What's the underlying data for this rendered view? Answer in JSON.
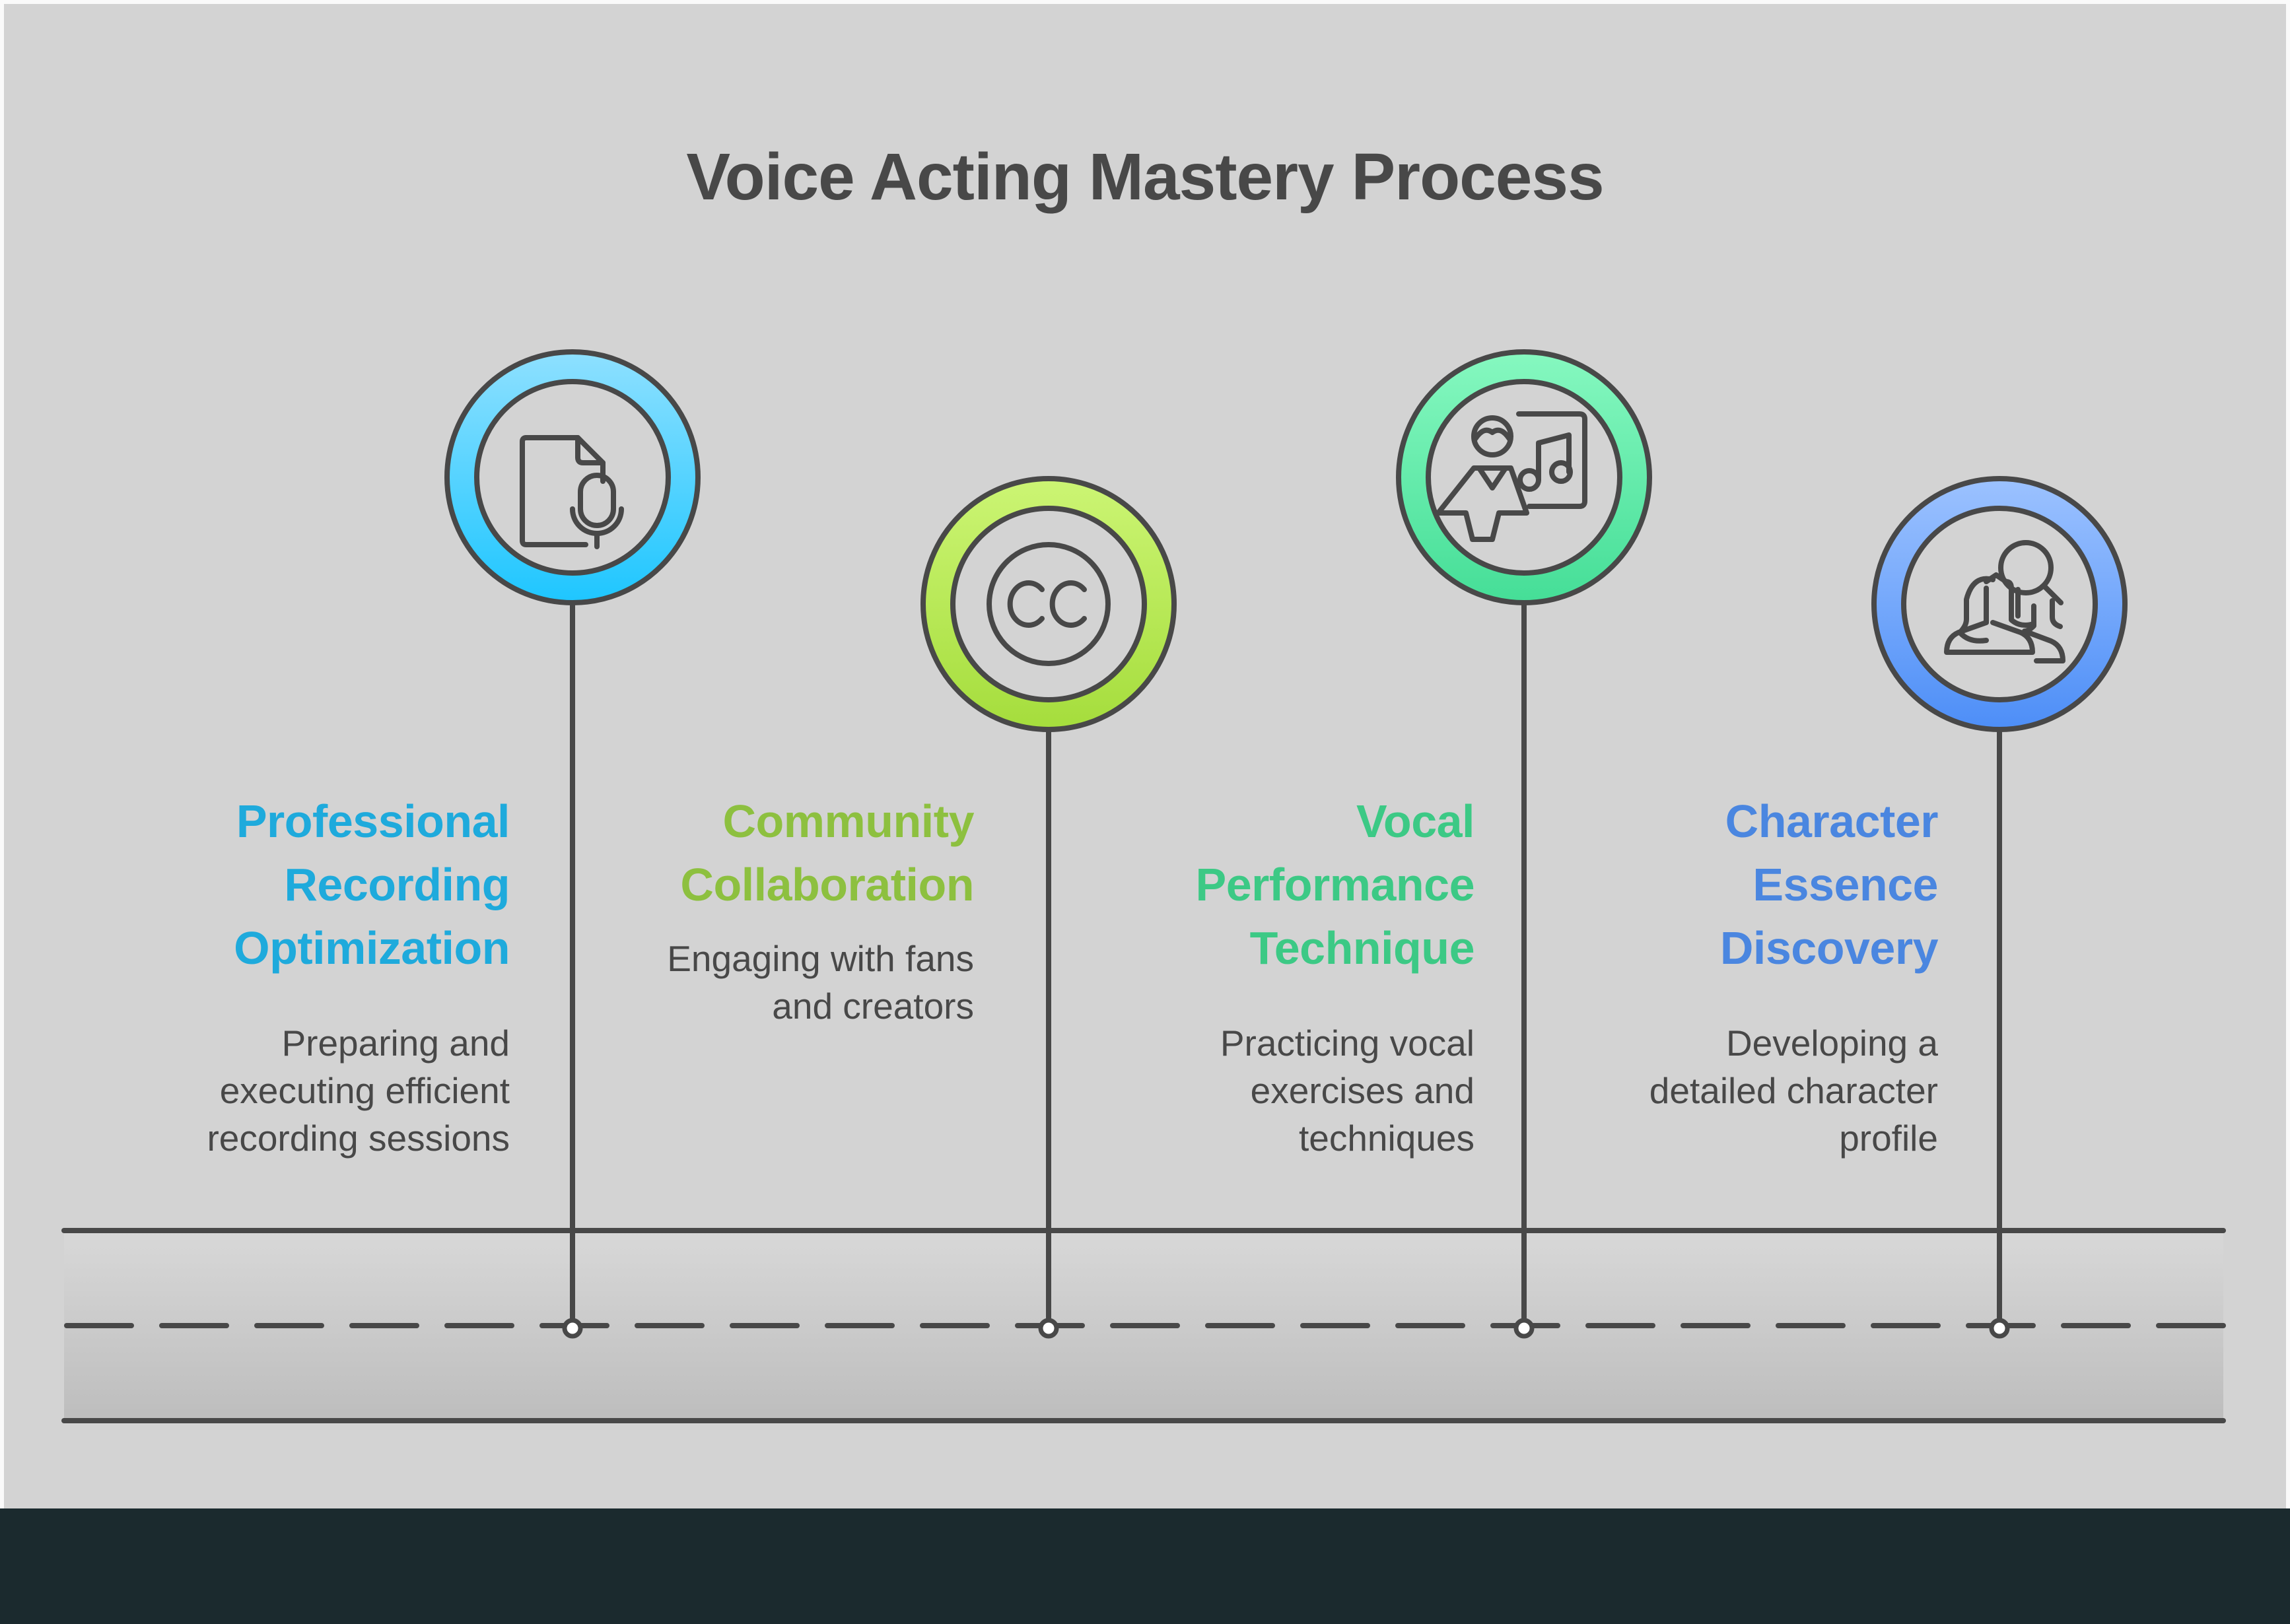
{
  "title": "Voice Acting Mastery Process",
  "colors": {
    "stroke": "#484848",
    "panel_bg": "#d3d3d3",
    "footer_bg": "#1b2a2e"
  },
  "steps": [
    {
      "heading_lines": [
        "Professional",
        "Recording",
        "Optimization"
      ],
      "description_lines": [
        "Preparing and",
        "executing efficient",
        "recording sessions"
      ],
      "icon": "document-microphone-icon",
      "heading_color": "#1eaadc",
      "ring_gradient": [
        "#8ee0ff",
        "#1ec6ff"
      ]
    },
    {
      "heading_lines": [
        "Community",
        "Collaboration"
      ],
      "description_lines": [
        "Engaging with fans",
        "and creators"
      ],
      "icon": "closed-captions-icon",
      "heading_color": "#8dc03f",
      "ring_gradient": [
        "#ccf574",
        "#a5dd3c"
      ]
    },
    {
      "heading_lines": [
        "Vocal",
        "Performance",
        "Technique"
      ],
      "description_lines": [
        "Practicing vocal",
        "exercises and",
        "techniques"
      ],
      "icon": "music-teacher-icon",
      "heading_color": "#3cc985",
      "ring_gradient": [
        "#86f8c0",
        "#45de97"
      ]
    },
    {
      "heading_lines": [
        "Character",
        "Essence",
        "Discovery"
      ],
      "description_lines": [
        "Developing a",
        "detailed character",
        "profile"
      ],
      "icon": "person-search-icon",
      "heading_color": "#4a86e0",
      "ring_gradient": [
        "#9cc2ff",
        "#4d8ef7"
      ]
    }
  ]
}
